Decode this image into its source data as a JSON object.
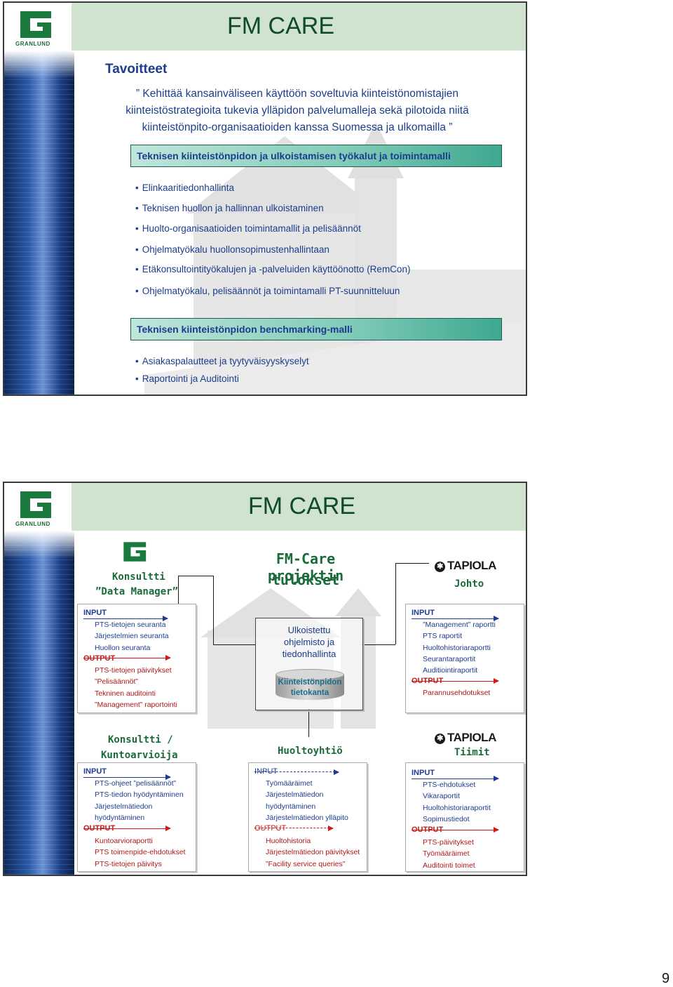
{
  "slide1": {
    "title": "FM CARE",
    "heading": "Tavoitteet",
    "quote_lines": [
      "” Kehittää kansainväliseen käyttöön soveltuvia kiinteistönomistajien",
      "kiinteistöstrategioita tukevia ylläpidon palvelumalleja sekä pilotoida niitä",
      "kiinteistönpito-organisaatioiden kanssa Suomessa ja ulkomailla ”"
    ],
    "bar1": "Teknisen kiinteistönpidon ja ulkoistamisen työkalut ja toimintamalli",
    "list1": [
      "Elinkaaritiedonhallinta",
      "Teknisen huollon ja hallinnan ulkoistaminen",
      "Huolto-organisaatioiden toimintamallit ja pelisäännöt",
      "Ohjelmatyökalu huollonsopimustenhallintaan",
      "Etäkonsultointityökalujen ja -palveluiden käyttöönotto (RemCon)",
      "Ohjelmatyökalu, pelisäännöt ja toimintamalli PT-suunnitteluun"
    ],
    "bar2": "Teknisen kiinteistönpidon benchmarking-malli",
    "list2": [
      "Asiakaspalautteet ja tyytyväisyyskyselyt",
      "Raportointi ja Auditointi"
    ]
  },
  "logo_text": "GRANLUND",
  "slide2": {
    "title": "FM CARE",
    "center_title_1": "FM-Care projektin",
    "center_title_2": "tulokset",
    "konsultti": "Konsultti",
    "data_manager": "”Data Manager”",
    "tapiola": "TAPIOLA",
    "johto": "Johto",
    "konsultti2_1": "Konsultti /",
    "konsultti2_2": "Kuntoarvioija",
    "huoltoyhtio": "Huoltoyhtiö",
    "tiimit": "Tiimit",
    "center_box_lines": [
      "Ulkoistettu",
      "ohjelmisto ja",
      "tiedonhallinta"
    ],
    "cylinder_lines": [
      "Kiinteistönpidon",
      "tietokanta"
    ],
    "input_label": "INPUT",
    "output_label": "OUTPUT",
    "box_tl": {
      "inputs": [
        "PTS-tietojen seuranta",
        "Järjestelmien seuranta",
        "Huollon seuranta"
      ],
      "outputs": [
        "PTS-tietojen päivitykset",
        "”Pelisäännöt”",
        "Tekninen auditointi",
        "”Management” raportointi"
      ]
    },
    "box_tr": {
      "inputs": [
        "”Management” raportti",
        "PTS raportit",
        "Huoltohistoriaraportti",
        "Seurantaraportit",
        "Auditiointiraportit"
      ],
      "outputs": [
        "Parannusehdotukset"
      ]
    },
    "box_bl": {
      "inputs": [
        "PTS-ohjeet ”pelisäännöt”",
        "PTS-tiedon hyödyntäminen",
        "Järjestelmätiedon",
        "hyödyntäminen"
      ],
      "outputs": [
        "Kuntoarvioraportti",
        "PTS toimenpide-ehdotukset",
        "PTS-tietojen päivitys"
      ]
    },
    "box_bc": {
      "inputs": [
        "Työmääräimet",
        "Järjestelmätiedon",
        "hyödyntäminen",
        "Järjestelmätiedon ylläpito"
      ],
      "outputs": [
        "Huoltohistoria",
        "Järjestelmätiedon päivitykset",
        "”Facility service queries”"
      ]
    },
    "box_br": {
      "inputs": [
        "PTS-ehdotukset",
        "Vikaraportit",
        "Huoltohistoriaraportit",
        "Sopimustiedot"
      ],
      "outputs": [
        "PTS-päivitykset",
        "Työmääräimet",
        "Auditointi toimet"
      ]
    }
  },
  "page_number": "9"
}
